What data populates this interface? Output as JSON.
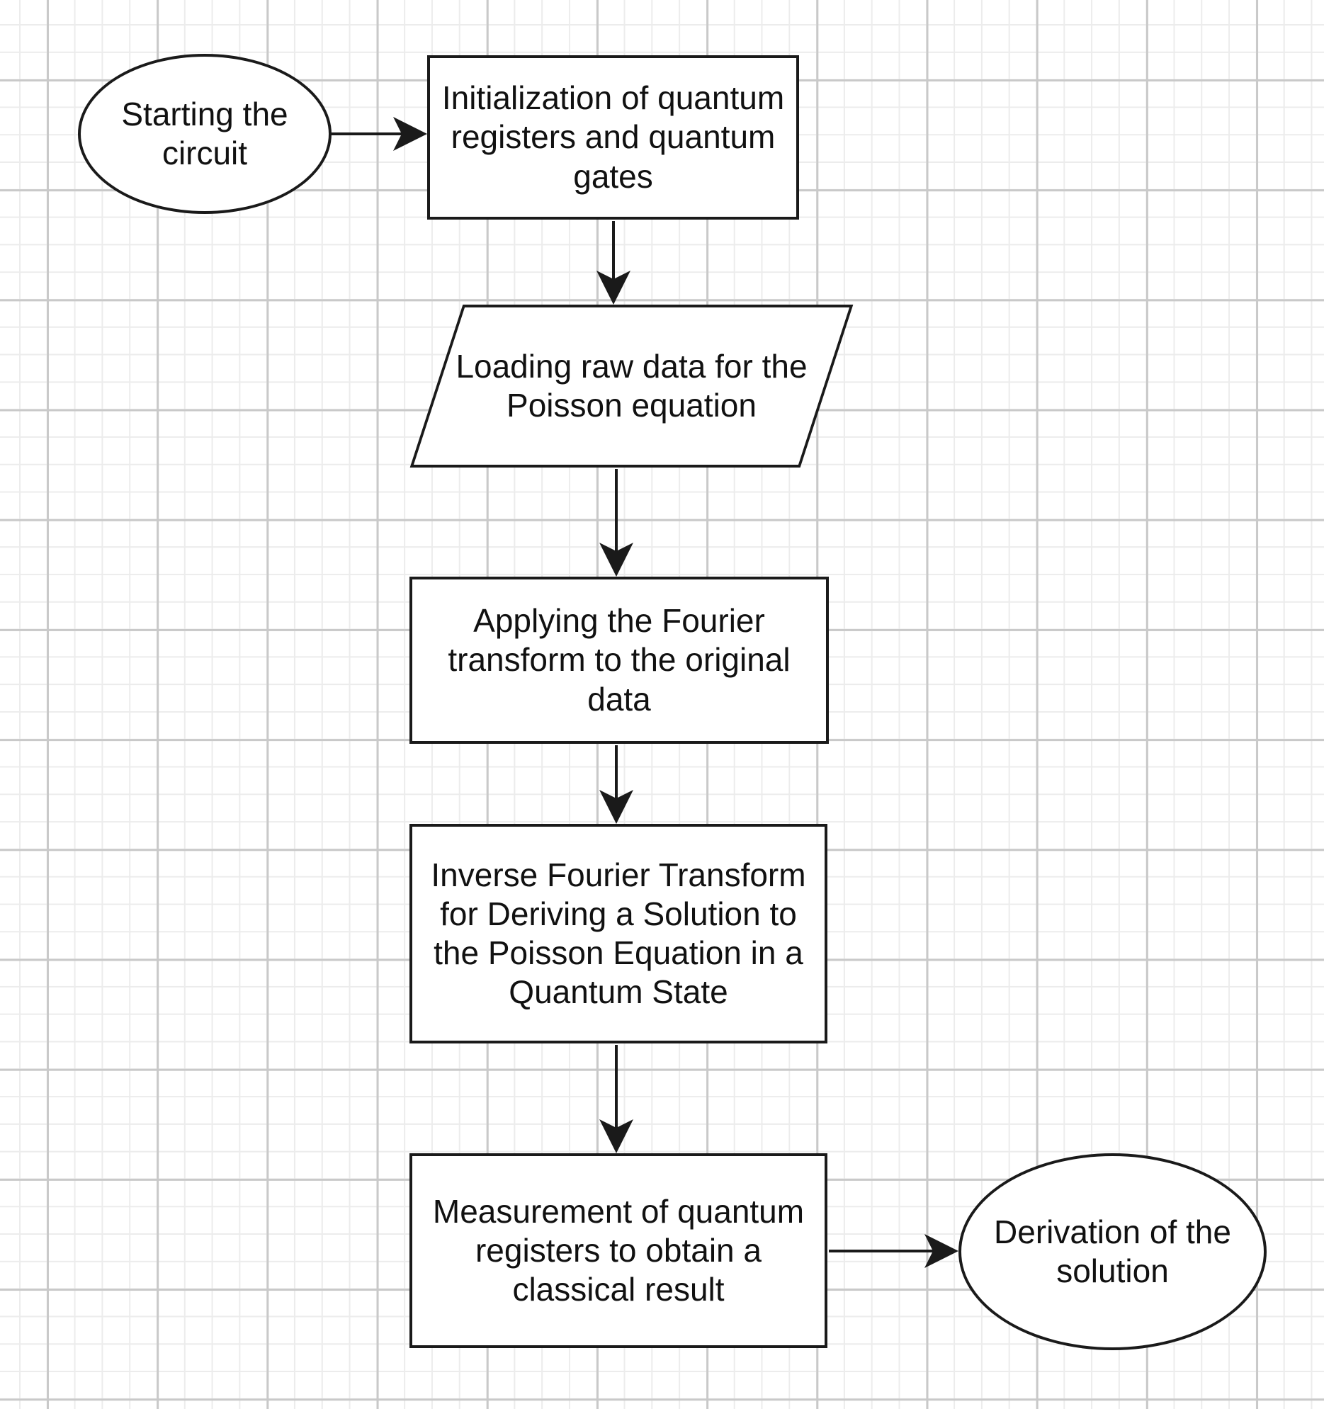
{
  "diagram": {
    "type": "flowchart",
    "canvas": {
      "background_color": "#ffffff",
      "grid_minor_color": "#ececec",
      "grid_major_color": "#c9c9c9"
    },
    "style": {
      "shape_fill": "#ffffff",
      "stroke_color": "#1a1a1a",
      "text_color": "#111111"
    },
    "nodes": [
      {
        "id": "start",
        "shape": "ellipse",
        "label": "Starting the circuit"
      },
      {
        "id": "init",
        "shape": "rectangle",
        "label": "Initialization of quantum registers and quantum gates"
      },
      {
        "id": "load",
        "shape": "parallelogram",
        "label": "Loading raw data for the Poisson equation"
      },
      {
        "id": "fft",
        "shape": "rectangle",
        "label": "Applying the Fourier transform to the original data"
      },
      {
        "id": "ifft",
        "shape": "rectangle",
        "label": "Inverse Fourier Transform for Deriving a Solution to the Poisson Equation in a Quantum State"
      },
      {
        "id": "measure",
        "shape": "rectangle",
        "label": "Measurement of quantum registers to obtain a classical result"
      },
      {
        "id": "result",
        "shape": "ellipse",
        "label": "Derivation of the solution"
      }
    ],
    "edges": [
      {
        "from": "start",
        "to": "init",
        "direction": "right"
      },
      {
        "from": "init",
        "to": "load",
        "direction": "down"
      },
      {
        "from": "load",
        "to": "fft",
        "direction": "down"
      },
      {
        "from": "fft",
        "to": "ifft",
        "direction": "down"
      },
      {
        "from": "ifft",
        "to": "measure",
        "direction": "down"
      },
      {
        "from": "measure",
        "to": "result",
        "direction": "right"
      }
    ]
  }
}
